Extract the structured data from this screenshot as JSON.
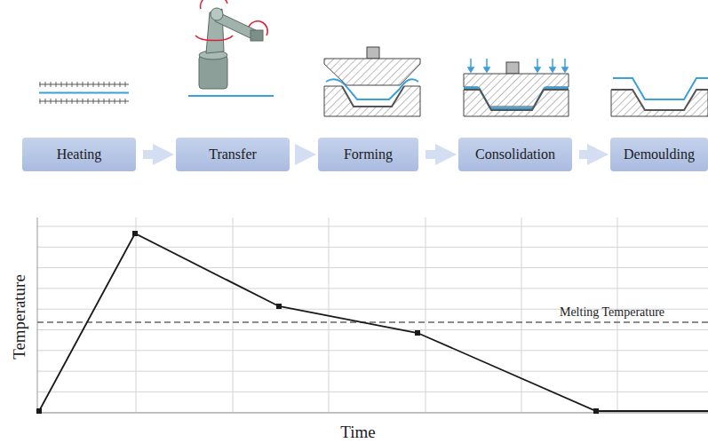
{
  "diagram": {
    "nodes": [
      {
        "text": [
          "Heating"
        ]
      },
      {
        "text": [
          "Transfer"
        ]
      },
      {
        "text": [
          "Forming"
        ]
      },
      {
        "text": [
          "Consolidation"
        ]
      },
      {
        "text": [
          "Demoulding"
        ]
      }
    ],
    "edges": [
      {
        "from": 0,
        "to": 1,
        "arrow": "to"
      },
      {
        "from": 1,
        "to": 2,
        "arrow": "to"
      },
      {
        "from": 2,
        "to": 3,
        "arrow": "to"
      },
      {
        "from": 3,
        "to": 4,
        "arrow": "to"
      }
    ],
    "labels": [
      "Temperature",
      "Time",
      "Melting Temperature"
    ]
  }
}
